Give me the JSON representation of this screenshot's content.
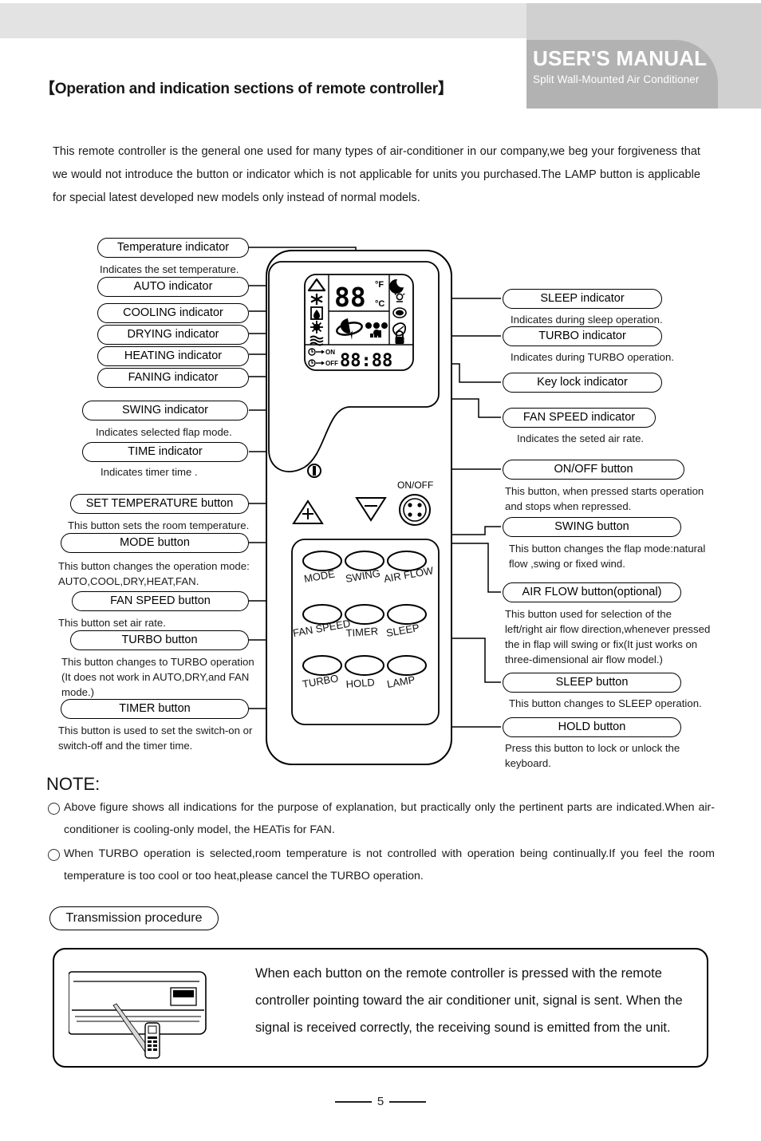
{
  "header": {
    "title": "USER'S MANUAL",
    "subtitle": "Split Wall-Mounted Air Conditioner"
  },
  "section_title": "【Operation and indication sections of remote controller】",
  "intro": "This remote controller is the general one used for many types of air-conditioner in our company,we beg your forgiveness that we would not introduce the button or indicator which is not applicable for units you purchased.The LAMP button is applicable for special latest developed new models only instead of normal models.",
  "left_callouts": [
    {
      "label": "Temperature indicator",
      "caption": "Indicates the set temperature."
    },
    {
      "label": "AUTO indicator",
      "caption": ""
    },
    {
      "label": "COOLING indicator",
      "caption": ""
    },
    {
      "label": "DRYING indicator",
      "caption": ""
    },
    {
      "label": "HEATING indicator",
      "caption": ""
    },
    {
      "label": "FANING indicator",
      "caption": ""
    },
    {
      "label": "SWING indicator",
      "caption": "Indicates selected flap mode."
    },
    {
      "label": "TIME indicator",
      "caption": "Indicates timer time ."
    },
    {
      "label": "SET TEMPERATURE button",
      "caption": "This button sets the room temperature."
    },
    {
      "label": "MODE button",
      "caption": "This button changes  the operation mode: AUTO,COOL,DRY,HEAT,FAN."
    },
    {
      "label": "FAN SPEED  button",
      "caption": "This button set air rate."
    },
    {
      "label": "TURBO  button",
      "caption": "This button changes to TURBO operation (It does not work in AUTO,DRY,and FAN mode.)"
    },
    {
      "label": "TIMER  button",
      "caption": "This button is used to set the switch-on or switch-off and the timer time."
    }
  ],
  "right_callouts": [
    {
      "label": "SLEEP indicator",
      "caption": "Indicates during sleep operation."
    },
    {
      "label": "TURBO indicator",
      "caption": "Indicates during TURBO operation."
    },
    {
      "label": "Key lock  indicator",
      "caption": ""
    },
    {
      "label": "FAN SPEED  indicator",
      "caption": "Indicates the seted air rate."
    },
    {
      "label": "ON/OFF button",
      "caption": "This button, when pressed starts operation and stops when repressed."
    },
    {
      "label": "SWING button",
      "caption": "This button changes the flap mode:natural flow  ,swing or fixed wind."
    },
    {
      "label": "AIR FLOW  button(optional)",
      "caption": "This button used for selection of the left/right air flow direction,whenever pressed the in flap will swing or fix(It just works on three-dimensional air flow model.)"
    },
    {
      "label": "SLEEP button",
      "caption": "This button changes to SLEEP operation."
    },
    {
      "label": "HOLD button",
      "caption": "Press this button to lock or unlock the keyboard."
    }
  ],
  "remote": {
    "lcd": {
      "temp_digits": "88",
      "unit_f": "°F",
      "unit_c": "°C",
      "timer_digits": "88:88",
      "timer_on_label": "ON",
      "timer_off_label": "OFF",
      "mode_icons": [
        "auto-icon",
        "snowflake-icon",
        "drying-icon",
        "sun-icon",
        "fan-wave-icon"
      ],
      "status_icons": [
        "moon-icon",
        "lamp-icon",
        "turbo-icon",
        "airflow-leaf-icon",
        "padlock-icon"
      ],
      "swing_icon": "swing-icon",
      "fan-speed-icon": "fan-speed-icon"
    },
    "onoff_label": "ON/OFF",
    "plus_label": "+",
    "minus_label": "−",
    "buttons": [
      "MODE",
      "SWING",
      "AIR FLOW",
      "FAN SPEED",
      "TIMER",
      "SLEEP",
      "TURBO",
      "HOLD",
      "LAMP"
    ]
  },
  "note": {
    "heading": "NOTE:",
    "items": [
      "Above figure shows all indications for the purpose of explanation, but practically only the pertinent parts are indicated.When air-conditioner is cooling-only model, the HEATis for FAN.",
      "When TURBO operation is selected,room temperature is not controlled with operation being continually.If you feel the room temperature is too cool or too heat,please cancel the TURBO operation."
    ]
  },
  "transmission": {
    "pill": "Transmission procedure",
    "text": "When each button on the remote controller is pressed with the remote controller pointing toward the air conditioner unit, signal is sent. When the signal is received correctly, the receiving sound is emitted from the unit."
  },
  "footer": {
    "page": "5"
  }
}
